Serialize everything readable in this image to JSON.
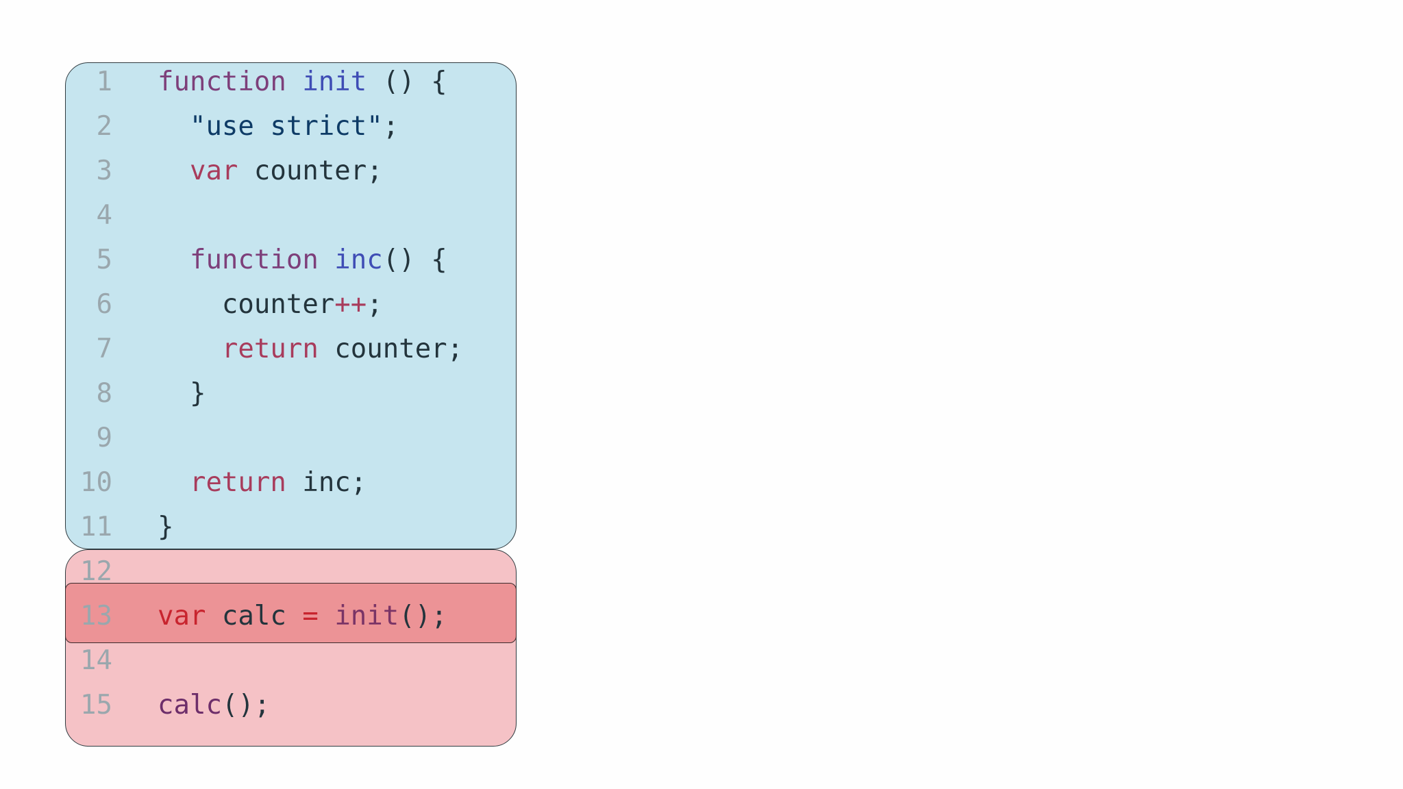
{
  "colors": {
    "scope_inner": "#c6e5ef",
    "scope_outer": "#f5c2c6",
    "highlight": "#ec9396",
    "keyword": "#7d3f7a",
    "function_name": "#3f4db5",
    "string": "#0e3b66",
    "declaration": "#a83c5c",
    "text": "#23343c",
    "line_number": "#9aa7ad"
  },
  "lines": [
    {
      "num": "1",
      "tokens": [
        {
          "t": "function",
          "c": "kw"
        },
        {
          "t": " ",
          "c": "plain"
        },
        {
          "t": "init",
          "c": "fn"
        },
        {
          "t": " () {",
          "c": "plain"
        }
      ]
    },
    {
      "num": "2",
      "tokens": [
        {
          "t": "  ",
          "c": "plain"
        },
        {
          "t": "\"use strict\"",
          "c": "str"
        },
        {
          "t": ";",
          "c": "plain"
        }
      ]
    },
    {
      "num": "3",
      "tokens": [
        {
          "t": "  ",
          "c": "plain"
        },
        {
          "t": "var",
          "c": "var"
        },
        {
          "t": " counter;",
          "c": "plain"
        }
      ]
    },
    {
      "num": "4",
      "tokens": []
    },
    {
      "num": "5",
      "tokens": [
        {
          "t": "  ",
          "c": "plain"
        },
        {
          "t": "function",
          "c": "kw"
        },
        {
          "t": " ",
          "c": "plain"
        },
        {
          "t": "inc",
          "c": "fn"
        },
        {
          "t": "() {",
          "c": "plain"
        }
      ]
    },
    {
      "num": "6",
      "tokens": [
        {
          "t": "    counter",
          "c": "plain"
        },
        {
          "t": "++",
          "c": "op"
        },
        {
          "t": ";",
          "c": "plain"
        }
      ]
    },
    {
      "num": "7",
      "tokens": [
        {
          "t": "    ",
          "c": "plain"
        },
        {
          "t": "return",
          "c": "var"
        },
        {
          "t": " counter;",
          "c": "plain"
        }
      ]
    },
    {
      "num": "8",
      "tokens": [
        {
          "t": "  }",
          "c": "plain"
        }
      ]
    },
    {
      "num": "9",
      "tokens": []
    },
    {
      "num": "10",
      "tokens": [
        {
          "t": "  ",
          "c": "plain"
        },
        {
          "t": "return",
          "c": "var"
        },
        {
          "t": " inc;",
          "c": "plain"
        }
      ]
    },
    {
      "num": "11",
      "tokens": [
        {
          "t": "}",
          "c": "plain"
        }
      ]
    },
    {
      "num": "12",
      "tokens": []
    },
    {
      "num": "13",
      "tokens": [
        {
          "t": "var",
          "c": "var-red"
        },
        {
          "t": " calc ",
          "c": "plain"
        },
        {
          "t": "=",
          "c": "op-red"
        },
        {
          "t": " ",
          "c": "plain"
        },
        {
          "t": "init",
          "c": "init-red"
        },
        {
          "t": "();",
          "c": "plain"
        }
      ]
    },
    {
      "num": "14",
      "tokens": []
    },
    {
      "num": "15",
      "tokens": [
        {
          "t": "calc",
          "c": "calc"
        },
        {
          "t": "();",
          "c": "plain"
        }
      ]
    }
  ]
}
